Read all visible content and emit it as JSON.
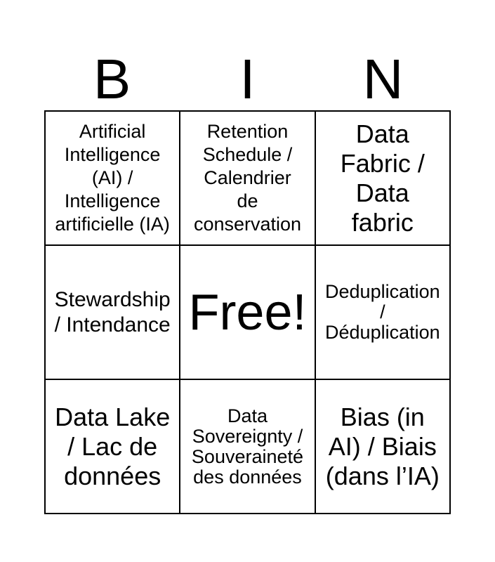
{
  "card": {
    "background_color": "#ffffff",
    "line_color": "#000000",
    "text_color": "#000000",
    "header_letters": [
      "B",
      "I",
      "N"
    ],
    "cells": {
      "r1c1": "Artificial\nIntelligence\n(AI) /\nIntelligence\nartificielle (IA)",
      "r1c2": "Retention\nSchedule /\nCalendrier\nde\nconservation",
      "r1c3": "Data\nFabric /\nData\nfabric",
      "r2c1": "Stewardship\n/ Intendance",
      "r2c2": "Free!",
      "r2c3": "Deduplication\n/\nDéduplication",
      "r3c1": "Data Lake\n/ Lac de\ndonnées",
      "r3c2": "Data\nSovereignty /\nSouveraineté\ndes données",
      "r3c3": "Bias (in\nAI) / Biais\n(dans l’IA)"
    }
  }
}
